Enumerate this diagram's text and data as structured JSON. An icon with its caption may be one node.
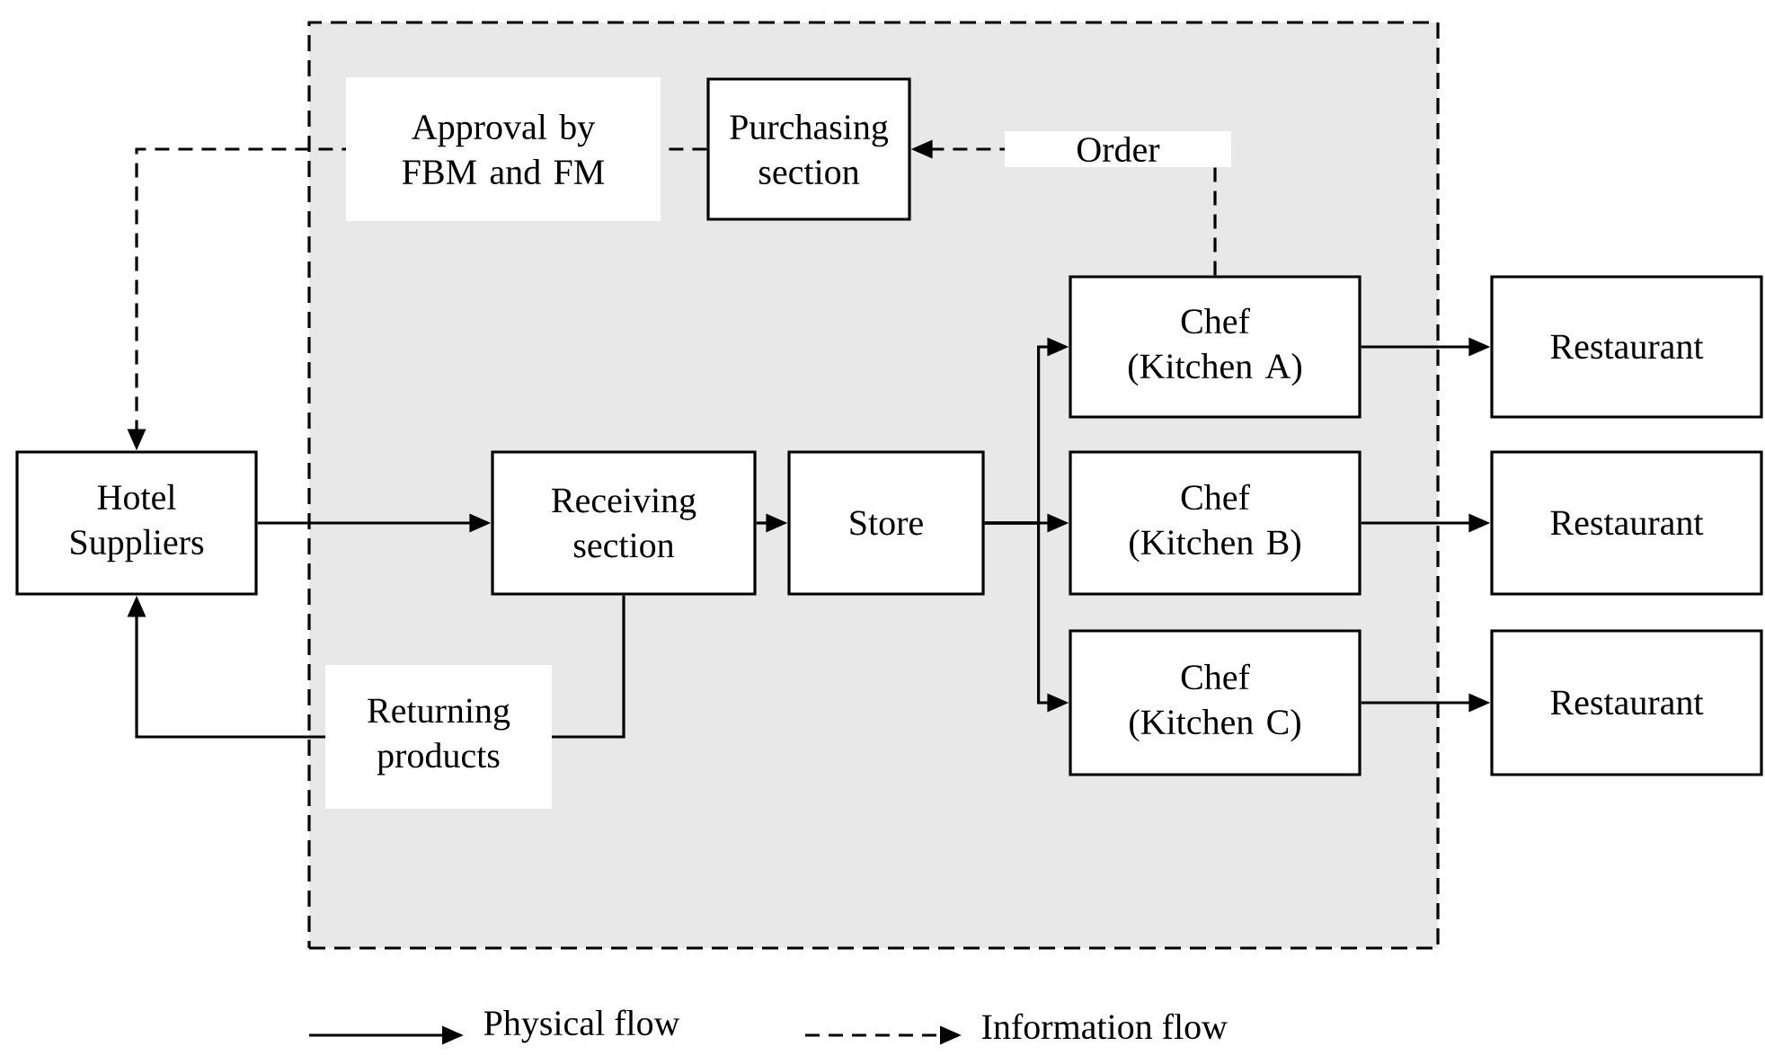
{
  "diagram": {
    "nodes": [
      {
        "text": [],
        "shape": "box"
      },
      {
        "text": [
          "Hotel Suppliers"
        ]
      },
      {
        "text": [
          "Receiving section"
        ],
        "in": 0
      },
      {
        "text": [
          "Store"
        ],
        "in": 0
      },
      {
        "text": [
          "Purchasing section"
        ],
        "in": 0
      },
      {
        "text": [
          "Chef (Kitchen A)"
        ],
        "in": 0
      },
      {
        "text": [
          "Chef (Kitchen B)"
        ],
        "in": 0
      },
      {
        "text": [
          "Chef (Kitchen C)"
        ],
        "in": 0
      },
      {
        "text": [
          "Restaurant"
        ]
      },
      {
        "text": [
          "Restaurant"
        ]
      },
      {
        "text": [
          "Restaurant"
        ]
      }
    ],
    "edges": [
      {
        "from": 1,
        "to": 2,
        "arrow": "to"
      },
      {
        "from": 2,
        "to": 3,
        "arrow": "to"
      },
      {
        "from": 3,
        "to": 5,
        "arrow": "to"
      },
      {
        "from": 3,
        "to": 6,
        "arrow": "to"
      },
      {
        "from": 3,
        "to": 7,
        "arrow": "to"
      },
      {
        "from": 5,
        "to": 8,
        "arrow": "to"
      },
      {
        "from": 6,
        "to": 9,
        "arrow": "to"
      },
      {
        "from": 7,
        "to": 10,
        "arrow": "to"
      },
      {
        "from": 5,
        "to": 4,
        "arrow": "to",
        "style": "dashed",
        "label": "Order"
      },
      {
        "from": 4,
        "to": 1,
        "arrow": "to",
        "style": "dashed",
        "label": "Approval by FBM and FM"
      },
      {
        "from": 2,
        "to": 1,
        "arrow": "to",
        "label": "Returning products"
      }
    ],
    "legend": [
      {
        "text": "Physical flow"
      },
      {
        "text": "Information flow"
      }
    ]
  }
}
